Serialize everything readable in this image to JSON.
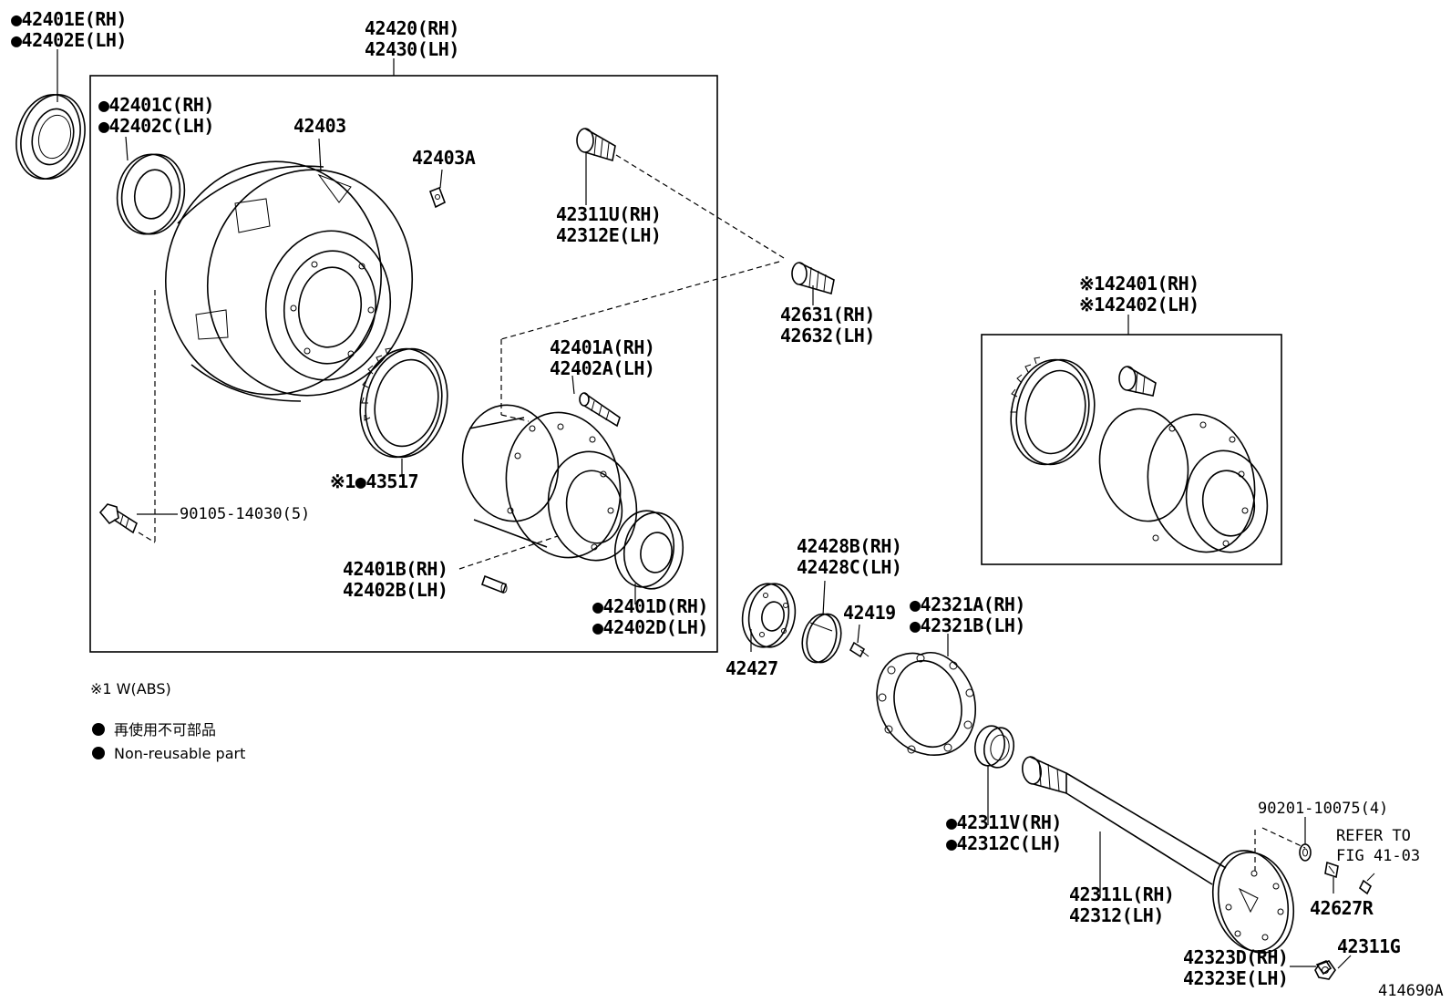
{
  "labels": {
    "seal_outer_rh": "●42401E(RH)",
    "seal_outer_lh": "●42402E(LH)",
    "hub_assy_rh": "42420(RH)",
    "hub_assy_lh": "42430(LH)",
    "bearing_c_rh": "●42401C(RH)",
    "bearing_c_lh": "●42402C(LH)",
    "drum": "42403",
    "clip": "42403A",
    "stud_u_rh": "42311U(RH)",
    "stud_e_lh": "42312E(LH)",
    "stud2_rh": "42631(RH)",
    "stud2_lh": "42632(LH)",
    "stud_a_rh": "42401A(RH)",
    "stud_a_lh": "42402A(LH)",
    "rotor_ring": "※1●43517",
    "bolt": "90105-14030(5)",
    "pin_b_rh": "42401B(RH)",
    "pin_b_lh": "42402B(LH)",
    "bearing_d_rh": "●42401D(RH)",
    "bearing_d_lh": "●42402D(LH)",
    "hub_abs_rh": "※142401(RH)",
    "hub_abs_lh": "※142402(LH)",
    "retainer_rh": "42428B(RH)",
    "retainer_lh": "42428C(LH)",
    "screw": "42419",
    "flange": "42427",
    "gasket_rh": "●42321A(RH)",
    "gasket_lh": "●42321B(LH)",
    "seal_v_rh": "●42311V(RH)",
    "seal_c_lh": "●42312C(LH)",
    "washer": "90201-10075(4)",
    "refer_line1": "REFER TO",
    "refer_line2": "FIG 41-03",
    "plug": "42627R",
    "shaft_rh": "42311L(RH)",
    "shaft_lh": "42312(LH)",
    "nut": "42311G",
    "nut_d_rh": "42323D(RH)",
    "nut_e_lh": "42323E(LH)",
    "figure_id": "414690A"
  },
  "legend": {
    "abs_note": "※1 W(ABS)",
    "non_reusable_jp": "再使用不可部品",
    "non_reusable_en": "Non-reusable part"
  }
}
